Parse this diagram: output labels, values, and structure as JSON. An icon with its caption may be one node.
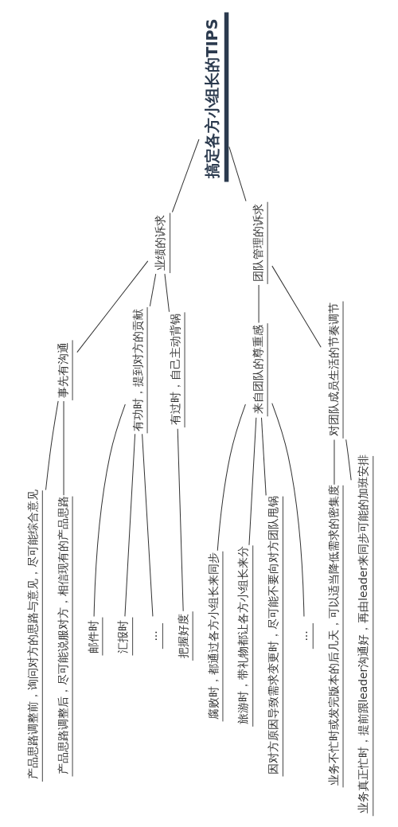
{
  "diagram": {
    "nodes": [
      {
        "text": [
          "搞定各方小组长的TIPS"
        ]
      },
      {
        "text": [
          "业绩的诉求"
        ]
      },
      {
        "text": [
          "事先有沟通"
        ]
      },
      {
        "text": [
          "产品思路调整前，询问对方的思路与意见，尽可能综合意见"
        ]
      },
      {
        "text": [
          "产品思路调整后，尽可能说服对方，相信现有的产品思路"
        ]
      },
      {
        "text": [
          "有功时，提到对方的贡献"
        ]
      },
      {
        "text": [
          "邮件时"
        ]
      },
      {
        "text": [
          "汇报时"
        ]
      },
      {
        "text": [
          "..."
        ]
      },
      {
        "text": [
          "有过时，自己主动背锅"
        ]
      },
      {
        "text": [
          "把握好度"
        ]
      },
      {
        "text": [
          "团队管理的诉求"
        ]
      },
      {
        "text": [
          "来自团队的尊重感"
        ]
      },
      {
        "text": [
          "腐败时，都通过各方小组长来同步"
        ]
      },
      {
        "text": [
          "旅游时，带礼物都让各方小组长来分"
        ]
      },
      {
        "text": [
          "因对方原因导致需求变更时，尽可能不要向对方团队甩锅"
        ]
      },
      {
        "text": [
          "..."
        ]
      },
      {
        "text": [
          "对团队成员生活的节奏调节"
        ]
      },
      {
        "text": [
          "业务不忙时或发完版本的后几天，可以适当降低需求的密集度"
        ]
      },
      {
        "text": [
          "业务真正忙时，提前跟leader沟通好，再由leader来同步可能的加班安排"
        ]
      }
    ],
    "edges": [
      {
        "from": 0,
        "to": 1,
        "arrow": "none"
      },
      {
        "from": 1,
        "to": 2,
        "arrow": "none"
      },
      {
        "from": 2,
        "to": 3,
        "arrow": "none"
      },
      {
        "from": 2,
        "to": 4,
        "arrow": "none"
      },
      {
        "from": 1,
        "to": 5,
        "arrow": "none"
      },
      {
        "from": 5,
        "to": 6,
        "arrow": "none"
      },
      {
        "from": 5,
        "to": 7,
        "arrow": "none"
      },
      {
        "from": 5,
        "to": 8,
        "arrow": "none"
      },
      {
        "from": 1,
        "to": 9,
        "arrow": "none"
      },
      {
        "from": 9,
        "to": 10,
        "arrow": "none"
      },
      {
        "from": 0,
        "to": 11,
        "arrow": "none"
      },
      {
        "from": 11,
        "to": 12,
        "arrow": "none"
      },
      {
        "from": 12,
        "to": 13,
        "arrow": "none"
      },
      {
        "from": 12,
        "to": 14,
        "arrow": "none"
      },
      {
        "from": 12,
        "to": 15,
        "arrow": "none"
      },
      {
        "from": 12,
        "to": 16,
        "arrow": "none"
      },
      {
        "from": 11,
        "to": 17,
        "arrow": "none"
      },
      {
        "from": 17,
        "to": 18,
        "arrow": "none"
      },
      {
        "from": 17,
        "to": 19,
        "arrow": "none"
      }
    ]
  }
}
